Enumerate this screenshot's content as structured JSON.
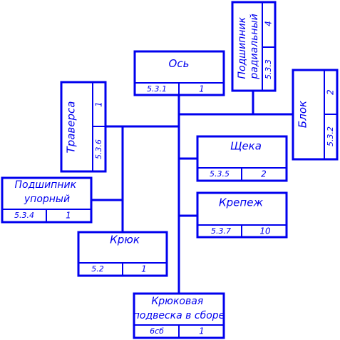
{
  "colors": {
    "line": "#0000ee",
    "background": "#ffffff"
  },
  "units": [
    {
      "id": "os",
      "name_lines": [
        "Ось"
      ],
      "code": "5.3.1",
      "qty": "1"
    },
    {
      "id": "podshipnik-radialnyi",
      "name_lines": [
        "Подшипник",
        "радиальный"
      ],
      "code": "5.3.3",
      "qty": "4"
    },
    {
      "id": "traversa",
      "name_lines": [
        "Траверса"
      ],
      "code": "5.3.6",
      "qty": "1"
    },
    {
      "id": "blok",
      "name_lines": [
        "Блок"
      ],
      "code": "5.3.2",
      "qty": "2"
    },
    {
      "id": "shcheka",
      "name_lines": [
        "Щека"
      ],
      "code": "5.3.5",
      "qty": "2"
    },
    {
      "id": "podshipnik-upornyi",
      "name_lines": [
        "Подшипник",
        "упорный"
      ],
      "code": "5.3.4",
      "qty": "1"
    },
    {
      "id": "krepezh",
      "name_lines": [
        "Крепеж"
      ],
      "code": "5.3.7",
      "qty": "10"
    },
    {
      "id": "kryuk",
      "name_lines": [
        "Крюк"
      ],
      "code": "5.2",
      "qty": "1"
    },
    {
      "id": "kryukovaya-podveska",
      "name_lines": [
        "Крюковая",
        "подвеска в сборе"
      ],
      "code": "6сб",
      "qty": "1"
    }
  ]
}
